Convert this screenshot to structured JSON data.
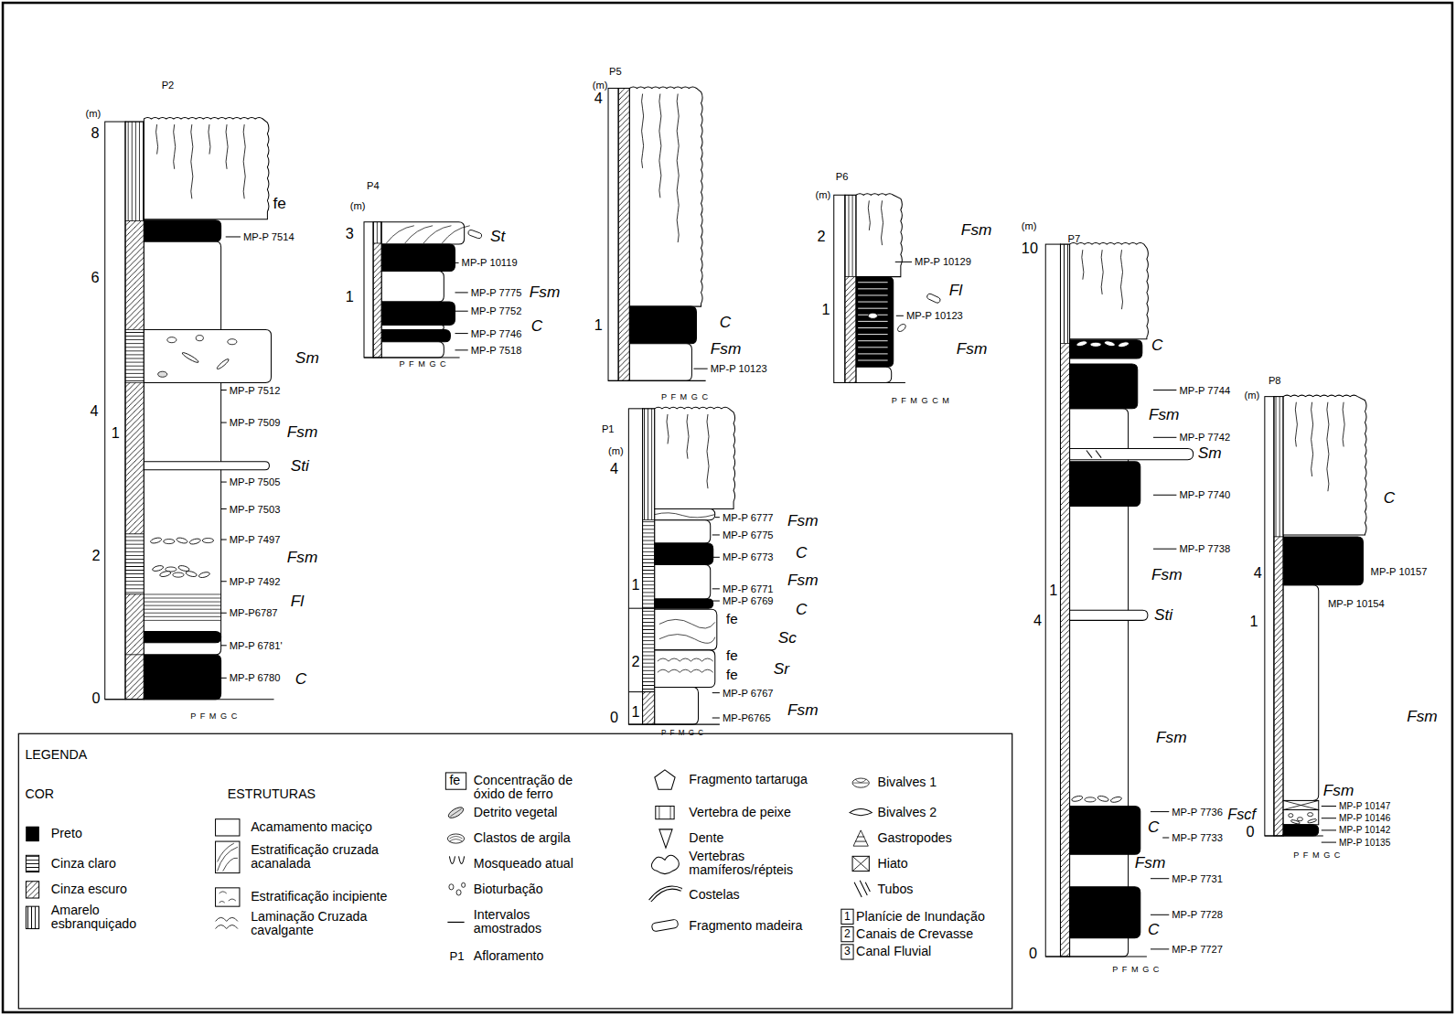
{
  "diagram": {
    "labels": [
      "P2",
      "(m)",
      "8",
      "6",
      "4",
      "2",
      "0",
      "1",
      "fe",
      "MP-P 7514",
      "Sm",
      "MP-P 7512",
      "MP-P 7509",
      "Fsm",
      "Sti",
      "MP-P 7505",
      "MP-P 7503",
      "MP-P 7497",
      "Fsm",
      "MP-P 7492",
      "Fl",
      "MP-P6787",
      "MP-P 6781'",
      "MP-P 6780",
      "C",
      "P F M G C",
      "P4",
      "(m)",
      "3",
      "1",
      "St",
      "MP-P 10119",
      "MP-P 7775",
      "Fsm",
      "MP-P 7752",
      "C",
      "MP-P 7746",
      "MP-P 7518",
      "P F M G C",
      "P5",
      "(m)",
      "4",
      "1",
      "C",
      "Fsm",
      "MP-P 10123",
      "P F M G C",
      "P6",
      "(m)",
      "2",
      "1",
      "Fsm",
      "MP-P 10129",
      "Fl",
      "MP-P 10123",
      "Fsm",
      "P F M G C M",
      "P1",
      "(m)",
      "4",
      "1",
      "2",
      "1",
      "0",
      "MP-P 6777",
      "Fsm",
      "MP-P 6775",
      "C",
      "MP-P 6773",
      "Fsm",
      "MP-P 6771",
      "MP-P 6769",
      "C",
      "fe",
      "Sc",
      "fe",
      "Sr",
      "fe",
      "MP-P 6767",
      "Fsm",
      "MP-P6765",
      "P F M G C",
      "P7",
      "(m)",
      "10",
      "4",
      "1",
      "0",
      "C",
      "MP-P 7744",
      "Fsm",
      "MP-P 7742",
      "Sm",
      "MP-P 7740",
      "MP-P 7738",
      "Fsm",
      "Sti",
      "Fsm",
      "MP-P 7736",
      "C",
      "MP-P 7733",
      "Fsm",
      "MP-P 7731",
      "MP-P 7728",
      "C",
      "MP-P 7727",
      "P F M G C",
      "P8",
      "(m)",
      "4",
      "1",
      "0",
      "C",
      "MP-P 10157",
      "MP-P 10154",
      "Fsm",
      "Fsm",
      "MP-P 10147",
      "Fscf",
      "MP-P 10146",
      "MP-P 10142",
      "MP-P 10135",
      "P F M G C",
      "LEGENDA",
      "COR",
      "ESTRUTURAS",
      "fe",
      "P1",
      "1",
      "2",
      "3"
    ],
    "legend": [
      {
        "text": "Preto",
        "color": "#000000"
      },
      {
        "text": "Cinza claro"
      },
      {
        "text": "Cinza escuro"
      },
      {
        "text": "Amarelo esbranquiçado"
      },
      {
        "text": "Acamamento maciço"
      },
      {
        "text": "Estratificação cruzada acanalada"
      },
      {
        "text": "Estratificação incipiente"
      },
      {
        "text": "Laminação Cruzada cavalgante"
      },
      {
        "text": "Concentração de óxido de ferro"
      },
      {
        "text": "Detrito vegetal"
      },
      {
        "text": "Clastos de argila"
      },
      {
        "text": "Mosqueado atual"
      },
      {
        "text": "Bioturbação"
      },
      {
        "text": "Intervalos amostrados"
      },
      {
        "text": "Afloramento"
      },
      {
        "text": "Fragmento tartaruga"
      },
      {
        "text": "Vertebra de peixe"
      },
      {
        "text": "Dente"
      },
      {
        "text": "Vertebras mamíferos/répteis"
      },
      {
        "text": "Costelas"
      },
      {
        "text": "Fragmento madeira"
      },
      {
        "text": "Bivalves 1"
      },
      {
        "text": "Bivalves 2"
      },
      {
        "text": "Gastropodes"
      },
      {
        "text": "Hiato"
      },
      {
        "text": "Tubos"
      },
      {
        "text": "Planície de Inundação"
      },
      {
        "text": "Canais de Crevasse"
      },
      {
        "text": "Canal Fluvial"
      }
    ]
  }
}
